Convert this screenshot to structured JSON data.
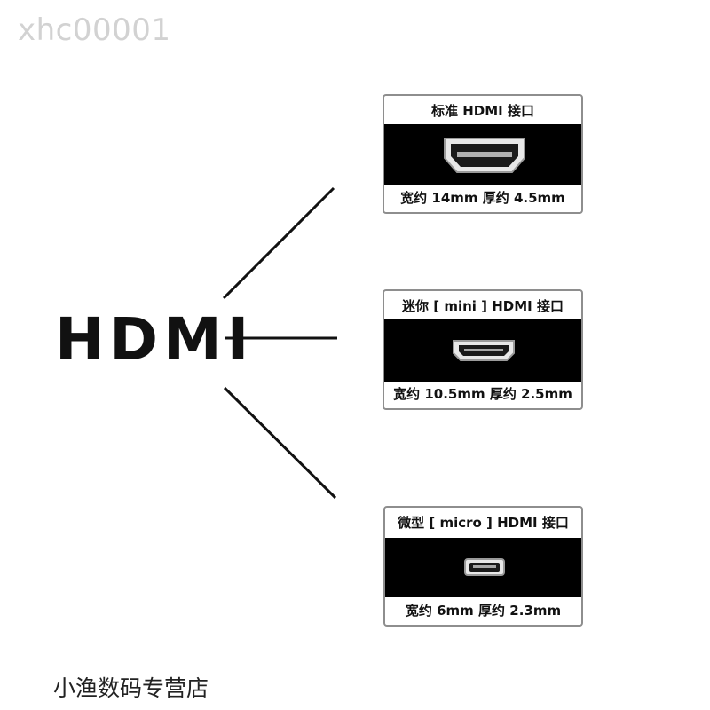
{
  "watermark": "xhc00001",
  "main_title": "HDMI",
  "cards": [
    {
      "title": "标准 HDMI 接口",
      "spec": "宽约 14mm   厚约 4.5mm",
      "port_icon": "hdmi-standard-port-icon"
    },
    {
      "title": "迷你 [ mini ] HDMI 接口",
      "spec": "宽约 10.5mm   厚约 2.5mm",
      "port_icon": "hdmi-mini-port-icon"
    },
    {
      "title": "微型 [ micro ] HDMI 接口",
      "spec": "宽约 6mm   厚约 2.3mm",
      "port_icon": "hdmi-micro-port-icon"
    }
  ],
  "footer": "小渔数码专营店"
}
